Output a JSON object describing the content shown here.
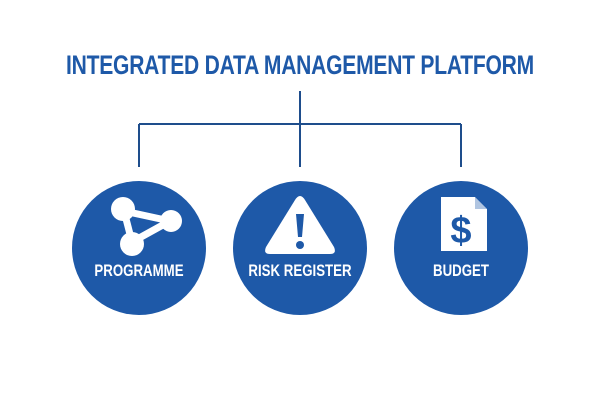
{
  "title": "INTEGRATED DATA MANAGEMENT PLATFORM",
  "colors": {
    "primary": "#1e59a8",
    "line": "#1e4d8c",
    "icon": "#ffffff"
  },
  "nodes": [
    {
      "label": "PROGRAMME",
      "icon": "share-network-icon"
    },
    {
      "label": "RISK REGISTER",
      "icon": "warning-triangle-icon"
    },
    {
      "label": "BUDGET",
      "icon": "dollar-document-icon"
    }
  ]
}
